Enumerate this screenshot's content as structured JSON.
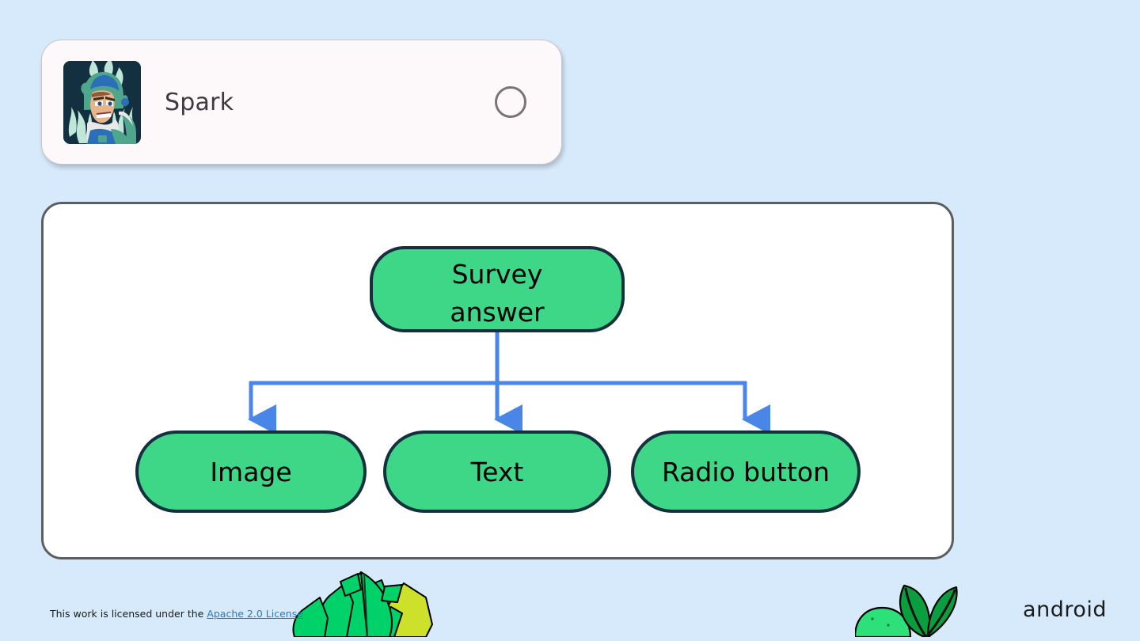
{
  "page": {
    "background_color": "#d6eafb"
  },
  "spark_card": {
    "name": "Spark",
    "avatar_icon": "flaming-armored-character-avatar",
    "radio_icon": "radio-button-unselected-icon",
    "radio_selected": false,
    "background_color": "#fdf8fa",
    "border_color": "#c9c4c7",
    "text_color": "#3c3c40"
  },
  "diagram": {
    "border_color": "#5c5f61",
    "background_color": "#ffffff",
    "node_fill": "#3ed687",
    "node_stroke": "#12303d",
    "connector_color": "#4a86e8",
    "root": {
      "id": "survey-answer",
      "label_line1": "Survey",
      "label_line2": "answer"
    },
    "children": [
      {
        "id": "image",
        "label": "Image"
      },
      {
        "id": "text",
        "label": "Text"
      },
      {
        "id": "radio-button",
        "label": "Radio button"
      }
    ]
  },
  "footer": {
    "license_prefix": "This work is licensed under the ",
    "license_link_text": "Apache 2.0 License",
    "license_link_color": "#2b7bb9",
    "brand": "android"
  }
}
